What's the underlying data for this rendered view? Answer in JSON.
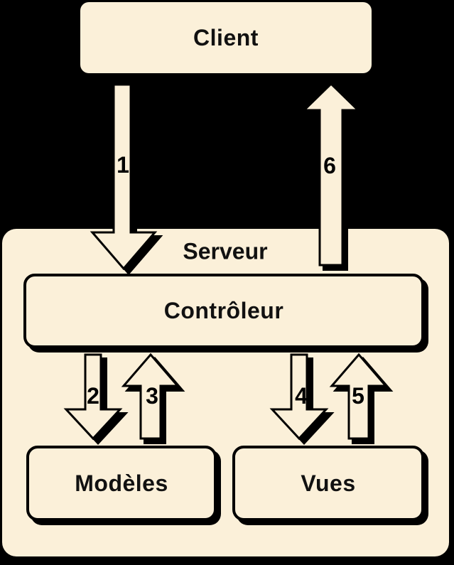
{
  "diagram": {
    "type": "flow-diagram",
    "colors": {
      "background": "#000000",
      "shape_fill": "#FBF0D9",
      "line": "#000000",
      "text": "#111111"
    },
    "boxes": {
      "client": "Client",
      "server": "Serveur",
      "controller": "Contrôleur",
      "models": "Modèles",
      "views": "Vues"
    },
    "arrows": [
      {
        "label": "1",
        "direction": "down",
        "from": "Client",
        "to": "Contrôleur"
      },
      {
        "label": "2",
        "direction": "down",
        "from": "Contrôleur",
        "to": "Modèles"
      },
      {
        "label": "3",
        "direction": "up",
        "from": "Modèles",
        "to": "Contrôleur"
      },
      {
        "label": "4",
        "direction": "down",
        "from": "Contrôleur",
        "to": "Vues"
      },
      {
        "label": "5",
        "direction": "up",
        "from": "Vues",
        "to": "Contrôleur"
      },
      {
        "label": "6",
        "direction": "up",
        "from": "Contrôleur",
        "to": "Client"
      }
    ]
  }
}
